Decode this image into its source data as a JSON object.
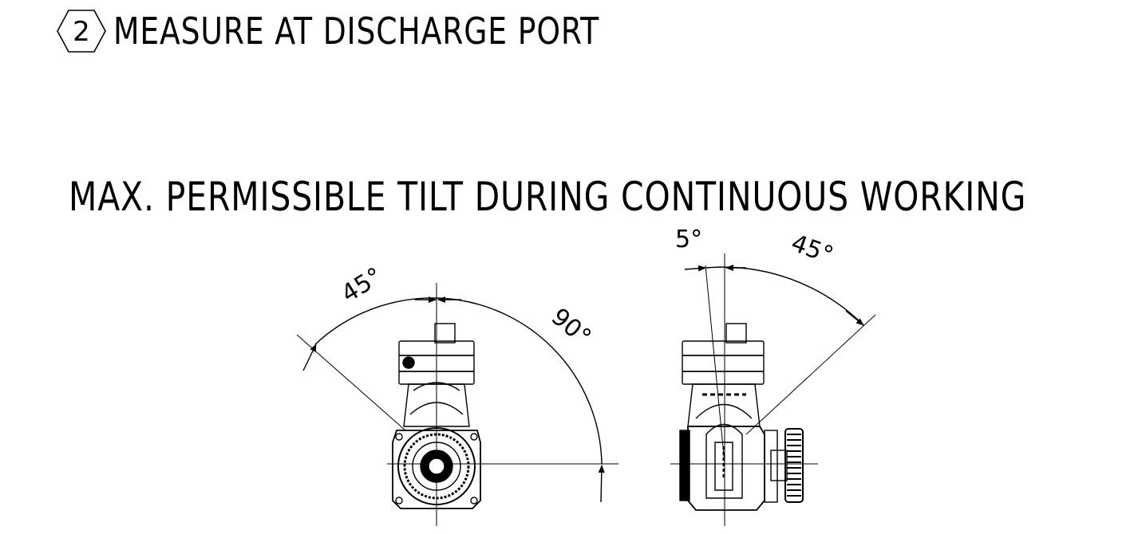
{
  "note": {
    "number": "2",
    "text": "MEASURE AT DISCHARGE PORT"
  },
  "title": "MAX. PERMISSIBLE TILT DURING CONTINUOUS WORKING",
  "left_view": {
    "angle_left": "45°",
    "angle_right": "90°"
  },
  "right_view": {
    "angle_small": "5°",
    "angle_right": "45°"
  }
}
